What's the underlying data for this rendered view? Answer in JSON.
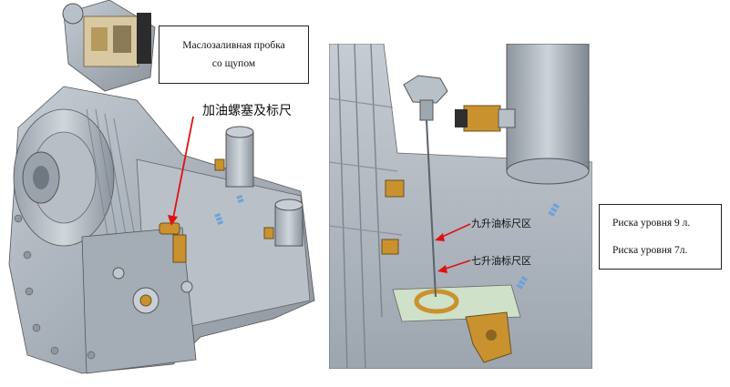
{
  "left_figure": {
    "russian_callout_line1": "Маслозаливная пробка",
    "russian_callout_line2": "со щупом",
    "chinese_label": "加油螺塞及标尺"
  },
  "right_figure": {
    "chinese_label_upper": "九升油标尺区",
    "chinese_label_lower": "七升油标尺区",
    "russian_callout_line1": "Риска уровня 9 л.",
    "russian_callout_line2": "Риска уровня 7л."
  },
  "colors": {
    "casting_gray": "#a9b1bb",
    "casting_dark": "#6f7783",
    "brass": "#c9922f",
    "arrow_red": "#e01010",
    "background": "#ffffff"
  }
}
